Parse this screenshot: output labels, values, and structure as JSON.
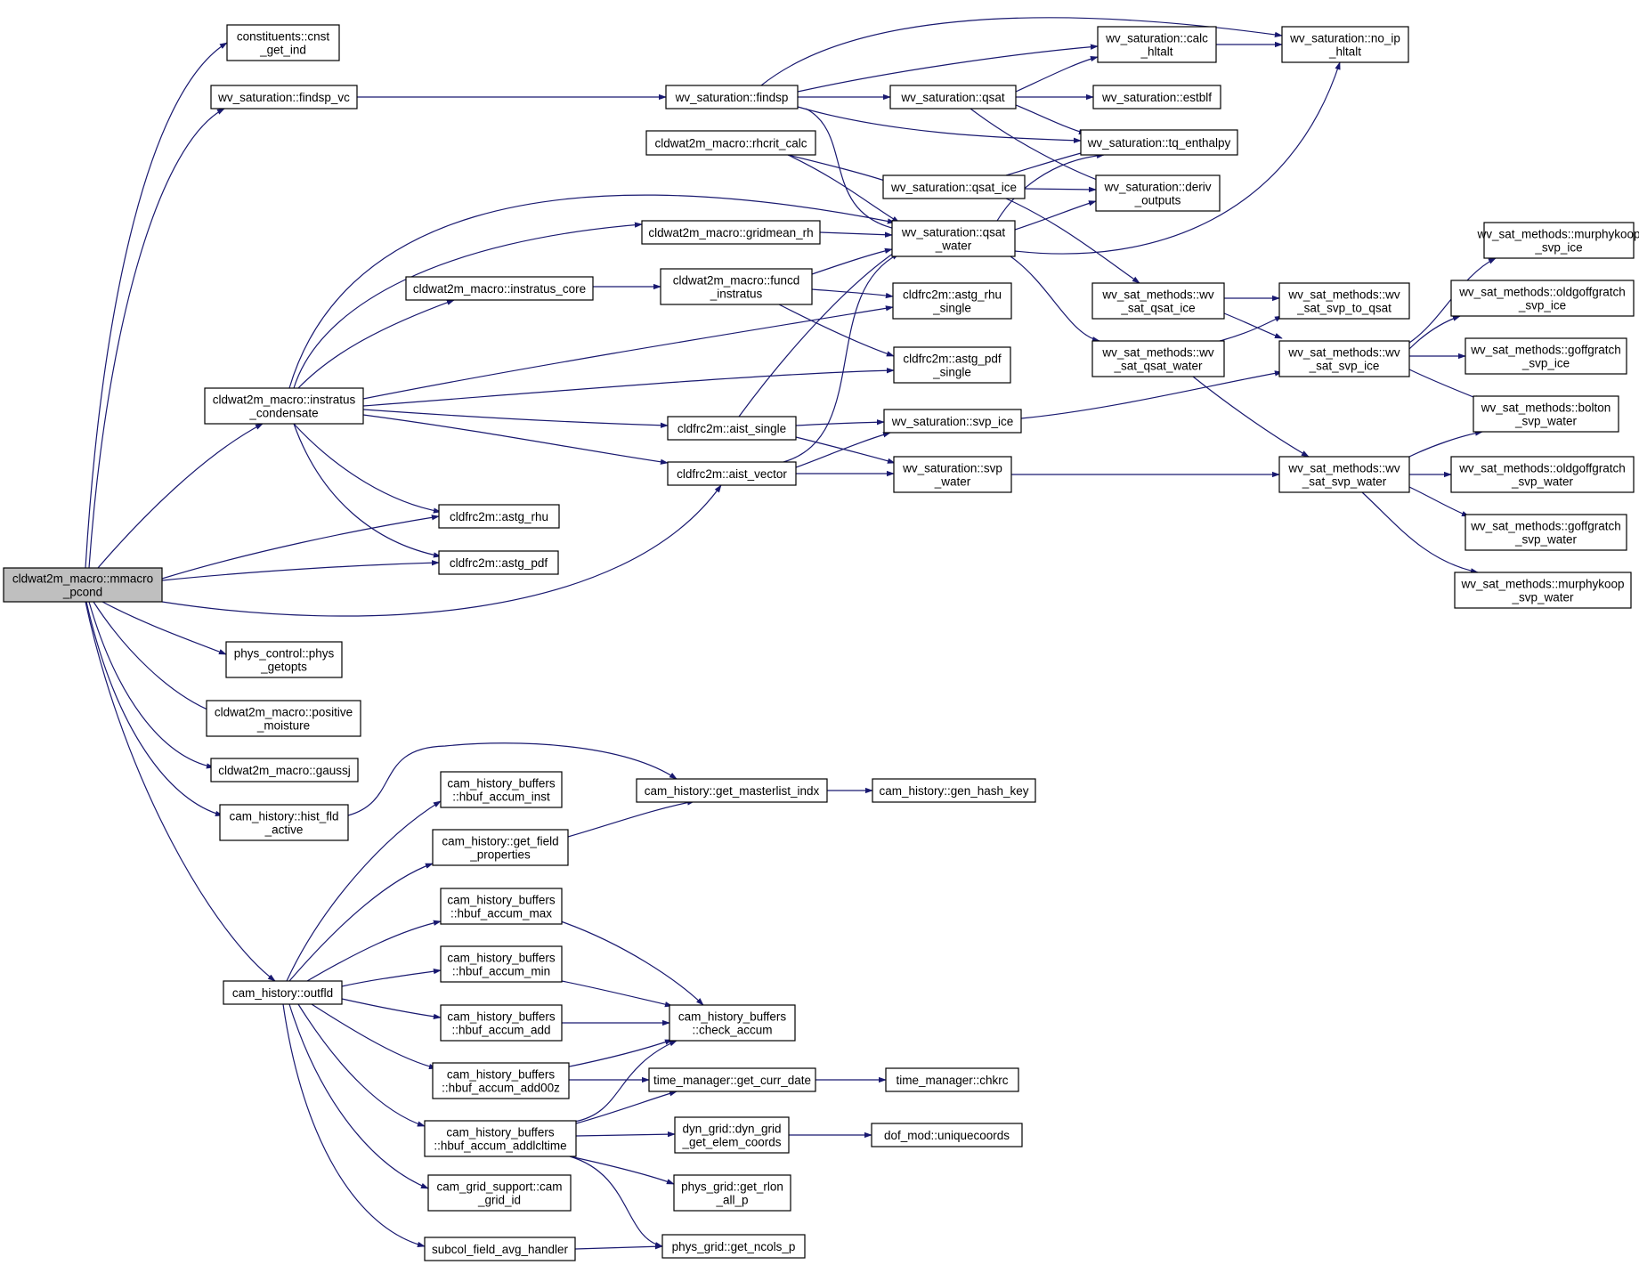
{
  "graph": {
    "edge_color": "#191970",
    "root_fill": "#bfbfbf",
    "node_fill": "#ffffff",
    "nodes": [
      {
        "id": "root",
        "lines": [
          "cldwat2m_macro::mmacro",
          "_pcond"
        ],
        "root": true
      },
      {
        "id": "cnst_get_ind",
        "lines": [
          "constituents::cnst",
          "_get_ind"
        ]
      },
      {
        "id": "findsp_vc",
        "lines": [
          "wv_saturation::findsp_vc"
        ]
      },
      {
        "id": "findsp",
        "lines": [
          "wv_saturation::findsp"
        ]
      },
      {
        "id": "calc_hltalt",
        "lines": [
          "wv_saturation::calc",
          "_hltalt"
        ]
      },
      {
        "id": "no_ip_hltalt",
        "lines": [
          "wv_saturation::no_ip",
          "_hltalt"
        ]
      },
      {
        "id": "qsat",
        "lines": [
          "wv_saturation::qsat"
        ]
      },
      {
        "id": "estblf",
        "lines": [
          "wv_saturation::estblf"
        ]
      },
      {
        "id": "tq_enthalpy",
        "lines": [
          "wv_saturation::tq_enthalpy"
        ]
      },
      {
        "id": "rhcrit_calc",
        "lines": [
          "cldwat2m_macro::rhcrit_calc"
        ]
      },
      {
        "id": "qsat_ice",
        "lines": [
          "wv_saturation::qsat_ice"
        ]
      },
      {
        "id": "deriv_outputs",
        "lines": [
          "wv_saturation::deriv",
          "_outputs"
        ]
      },
      {
        "id": "gridmean_rh",
        "lines": [
          "cldwat2m_macro::gridmean_rh"
        ]
      },
      {
        "id": "qsat_water",
        "lines": [
          "wv_saturation::qsat",
          "_water"
        ]
      },
      {
        "id": "instratus_core",
        "lines": [
          "cldwat2m_macro::instratus_core"
        ]
      },
      {
        "id": "funcd_instratus",
        "lines": [
          "cldwat2m_macro::funcd",
          "_instratus"
        ]
      },
      {
        "id": "astg_rhu_single",
        "lines": [
          "cldfrc2m::astg_rhu",
          "_single"
        ]
      },
      {
        "id": "astg_pdf_single",
        "lines": [
          "cldfrc2m::astg_pdf",
          "_single"
        ]
      },
      {
        "id": "wv_sat_qsat_ice",
        "lines": [
          "wv_sat_methods::wv",
          "_sat_qsat_ice"
        ]
      },
      {
        "id": "wv_sat_svp_to_qsat",
        "lines": [
          "wv_sat_methods::wv",
          "_sat_svp_to_qsat"
        ]
      },
      {
        "id": "wv_sat_qsat_water",
        "lines": [
          "wv_sat_methods::wv",
          "_sat_qsat_water"
        ]
      },
      {
        "id": "wv_sat_svp_ice",
        "lines": [
          "wv_sat_methods::wv",
          "_sat_svp_ice"
        ]
      },
      {
        "id": "murphykoop_svp_ice",
        "lines": [
          "wv_sat_methods::murphykoop",
          "_svp_ice"
        ]
      },
      {
        "id": "oldgoffgratch_svp_ice",
        "lines": [
          "wv_sat_methods::oldgoffgratch",
          "_svp_ice"
        ]
      },
      {
        "id": "goffgratch_svp_ice",
        "lines": [
          "wv_sat_methods::goffgratch",
          "_svp_ice"
        ]
      },
      {
        "id": "bolton_svp_water",
        "lines": [
          "wv_sat_methods::bolton",
          "_svp_water"
        ]
      },
      {
        "id": "instratus_condensate",
        "lines": [
          "cldwat2m_macro::instratus",
          "_condensate"
        ]
      },
      {
        "id": "aist_single",
        "lines": [
          "cldfrc2m::aist_single"
        ]
      },
      {
        "id": "svp_ice",
        "lines": [
          "wv_saturation::svp_ice"
        ]
      },
      {
        "id": "aist_vector",
        "lines": [
          "cldfrc2m::aist_vector"
        ]
      },
      {
        "id": "svp_water",
        "lines": [
          "wv_saturation::svp",
          "_water"
        ]
      },
      {
        "id": "wv_sat_svp_water",
        "lines": [
          "wv_sat_methods::wv",
          "_sat_svp_water"
        ]
      },
      {
        "id": "oldgoffgratch_svp_water",
        "lines": [
          "wv_sat_methods::oldgoffgratch",
          "_svp_water"
        ]
      },
      {
        "id": "goffgratch_svp_water",
        "lines": [
          "wv_sat_methods::goffgratch",
          "_svp_water"
        ]
      },
      {
        "id": "murphykoop_svp_water",
        "lines": [
          "wv_sat_methods::murphykoop",
          "_svp_water"
        ]
      },
      {
        "id": "astg_rhu",
        "lines": [
          "cldfrc2m::astg_rhu"
        ]
      },
      {
        "id": "astg_pdf",
        "lines": [
          "cldfrc2m::astg_pdf"
        ]
      },
      {
        "id": "phys_getopts",
        "lines": [
          "phys_control::phys",
          "_getopts"
        ]
      },
      {
        "id": "positive_moisture",
        "lines": [
          "cldwat2m_macro::positive",
          "_moisture"
        ]
      },
      {
        "id": "gaussj",
        "lines": [
          "cldwat2m_macro::gaussj"
        ]
      },
      {
        "id": "hist_fld_active",
        "lines": [
          "cam_history::hist_fld",
          "_active"
        ]
      },
      {
        "id": "get_masterlist_indx",
        "lines": [
          "cam_history::get_masterlist_indx"
        ]
      },
      {
        "id": "gen_hash_key",
        "lines": [
          "cam_history::gen_hash_key"
        ]
      },
      {
        "id": "hbuf_accum_inst",
        "lines": [
          "cam_history_buffers",
          "::hbuf_accum_inst"
        ]
      },
      {
        "id": "get_field_properties",
        "lines": [
          "cam_history::get_field",
          "_properties"
        ]
      },
      {
        "id": "hbuf_accum_max",
        "lines": [
          "cam_history_buffers",
          "::hbuf_accum_max"
        ]
      },
      {
        "id": "hbuf_accum_min",
        "lines": [
          "cam_history_buffers",
          "::hbuf_accum_min"
        ]
      },
      {
        "id": "check_accum",
        "lines": [
          "cam_history_buffers",
          "::check_accum"
        ]
      },
      {
        "id": "outfld",
        "lines": [
          "cam_history::outfld"
        ]
      },
      {
        "id": "hbuf_accum_add",
        "lines": [
          "cam_history_buffers",
          "::hbuf_accum_add"
        ]
      },
      {
        "id": "hbuf_accum_add00z",
        "lines": [
          "cam_history_buffers",
          "::hbuf_accum_add00z"
        ]
      },
      {
        "id": "get_curr_date",
        "lines": [
          "time_manager::get_curr_date"
        ]
      },
      {
        "id": "chkrc",
        "lines": [
          "time_manager::chkrc"
        ]
      },
      {
        "id": "hbuf_accum_addlcltime",
        "lines": [
          "cam_history_buffers",
          "::hbuf_accum_addlcltime"
        ]
      },
      {
        "id": "dyn_grid_get_elem_coords",
        "lines": [
          "dyn_grid::dyn_grid",
          "_get_elem_coords"
        ]
      },
      {
        "id": "uniquecoords",
        "lines": [
          "dof_mod::uniquecoords"
        ]
      },
      {
        "id": "get_rlon_all_p",
        "lines": [
          "phys_grid::get_rlon",
          "_all_p"
        ]
      },
      {
        "id": "cam_grid_id",
        "lines": [
          "cam_grid_support::cam",
          "_grid_id"
        ]
      },
      {
        "id": "subcol_field_avg_handler",
        "lines": [
          "subcol_field_avg_handler"
        ]
      },
      {
        "id": "get_ncols_p",
        "lines": [
          "phys_grid::get_ncols_p"
        ]
      }
    ]
  }
}
